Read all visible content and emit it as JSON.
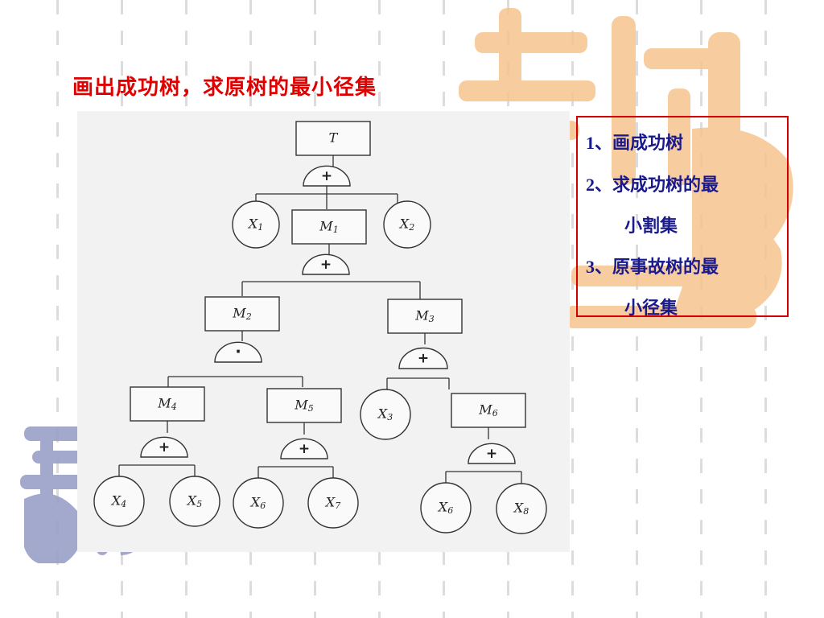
{
  "slide": {
    "title": "画出成功树，求原树的最小径集"
  },
  "steps": [
    {
      "num": "1",
      "line1": "、画成功树",
      "line2": ""
    },
    {
      "num": "2",
      "line1": "、求成功树的最",
      "line2": "小割集"
    },
    {
      "num": "3",
      "line1": "、原事故树的最",
      "line2": "小径集"
    }
  ],
  "tree": {
    "events": [
      {
        "id": "T",
        "label": "T",
        "sub": ""
      },
      {
        "id": "M1",
        "label": "M",
        "sub": "1"
      },
      {
        "id": "M2",
        "label": "M",
        "sub": "2"
      },
      {
        "id": "M3",
        "label": "M",
        "sub": "3"
      },
      {
        "id": "M4",
        "label": "M",
        "sub": "4"
      },
      {
        "id": "M5",
        "label": "M",
        "sub": "5"
      },
      {
        "id": "M6",
        "label": "M",
        "sub": "6"
      }
    ],
    "basic_events": [
      {
        "id": "X1",
        "label": "X",
        "sub": "1"
      },
      {
        "id": "X2",
        "label": "X",
        "sub": "2"
      },
      {
        "id": "X3",
        "label": "X",
        "sub": "3"
      },
      {
        "id": "X4",
        "label": "X",
        "sub": "4"
      },
      {
        "id": "X5",
        "label": "X",
        "sub": "5"
      },
      {
        "id": "X6a",
        "label": "X",
        "sub": "6"
      },
      {
        "id": "X7",
        "label": "X",
        "sub": "7"
      },
      {
        "id": "X6b",
        "label": "X",
        "sub": "6"
      },
      {
        "id": "X8",
        "label": "X",
        "sub": "8"
      }
    ],
    "gates": [
      {
        "id": "G_T",
        "symbol": "+",
        "type": "or"
      },
      {
        "id": "G_M1",
        "symbol": "+",
        "type": "or"
      },
      {
        "id": "G_M2",
        "symbol": "·",
        "type": "and"
      },
      {
        "id": "G_M3",
        "symbol": "+",
        "type": "or"
      },
      {
        "id": "G_M4",
        "symbol": "+",
        "type": "or"
      },
      {
        "id": "G_M5",
        "symbol": "+",
        "type": "or"
      },
      {
        "id": "G_M6",
        "symbol": "+",
        "type": "or"
      }
    ]
  },
  "colors": {
    "title": "#e00000",
    "steps": "#1a1a8c",
    "box_border": "#d40000",
    "decor_orange": "#f6c48e",
    "decor_blue": "#9aa0c8"
  }
}
